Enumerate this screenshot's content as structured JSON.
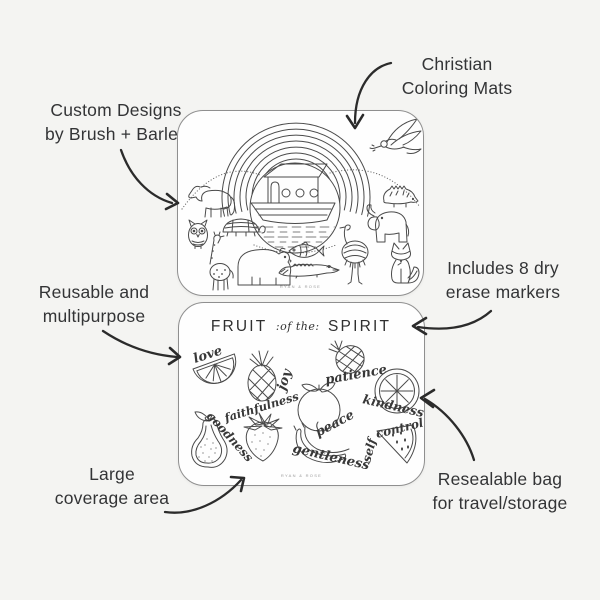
{
  "background": "#f4f4f2",
  "colors": {
    "ink": "#2b2b2b",
    "line_art": "#4a4a4a",
    "mat_bg": "#fefefe",
    "mat_border": "#8f8f8f"
  },
  "annotations": {
    "custom_designs": {
      "line1": "Custom Designs",
      "line2": "by Brush + Barley"
    },
    "christian": {
      "line1": "Christian",
      "line2": "Coloring Mats"
    },
    "reusable": {
      "line1": "Reusable and",
      "line2": "multipurpose"
    },
    "markers": {
      "line1": "Includes 8 dry",
      "line2": "erase markers"
    },
    "coverage": {
      "line1": "Large",
      "line2": "coverage area"
    },
    "resealable": {
      "line1": "Resealable bag",
      "line2": "for travel/storage"
    }
  },
  "mats": {
    "ark": {
      "name": "Noah's Ark coloring mat",
      "brand": "RYAN & ROSE",
      "scene": [
        "rainbow",
        "Noah's ark",
        "water",
        "dotted verse arc"
      ],
      "animals": [
        "dove",
        "horse",
        "owl",
        "turtle",
        "giraffe",
        "bear",
        "fish",
        "crocodile",
        "ostrich",
        "elephant",
        "hedgehog",
        "fox"
      ]
    },
    "fruit": {
      "name": "Fruit of the Spirit coloring mat",
      "brand": "RYAN & ROSE",
      "title": {
        "part1": "FRUIT",
        "part2": ":of the:",
        "part3": "SPIRIT"
      },
      "items": [
        {
          "word": "love",
          "fruit": "orange slice"
        },
        {
          "word": "joy",
          "fruit": "pineapple"
        },
        {
          "word": "patience",
          "fruit": "berry"
        },
        {
          "word": "kindness",
          "fruit": "citrus round slice"
        },
        {
          "word": "peace",
          "fruit": "peach"
        },
        {
          "word": "goodness",
          "fruit": "pear"
        },
        {
          "word": "faithfulness",
          "fruit": "strawberry"
        },
        {
          "word": "gentleness",
          "fruit": "banana"
        },
        {
          "word": "self control",
          "part1": "self",
          "part2": "control",
          "fruit": "watermelon slice"
        }
      ]
    }
  }
}
